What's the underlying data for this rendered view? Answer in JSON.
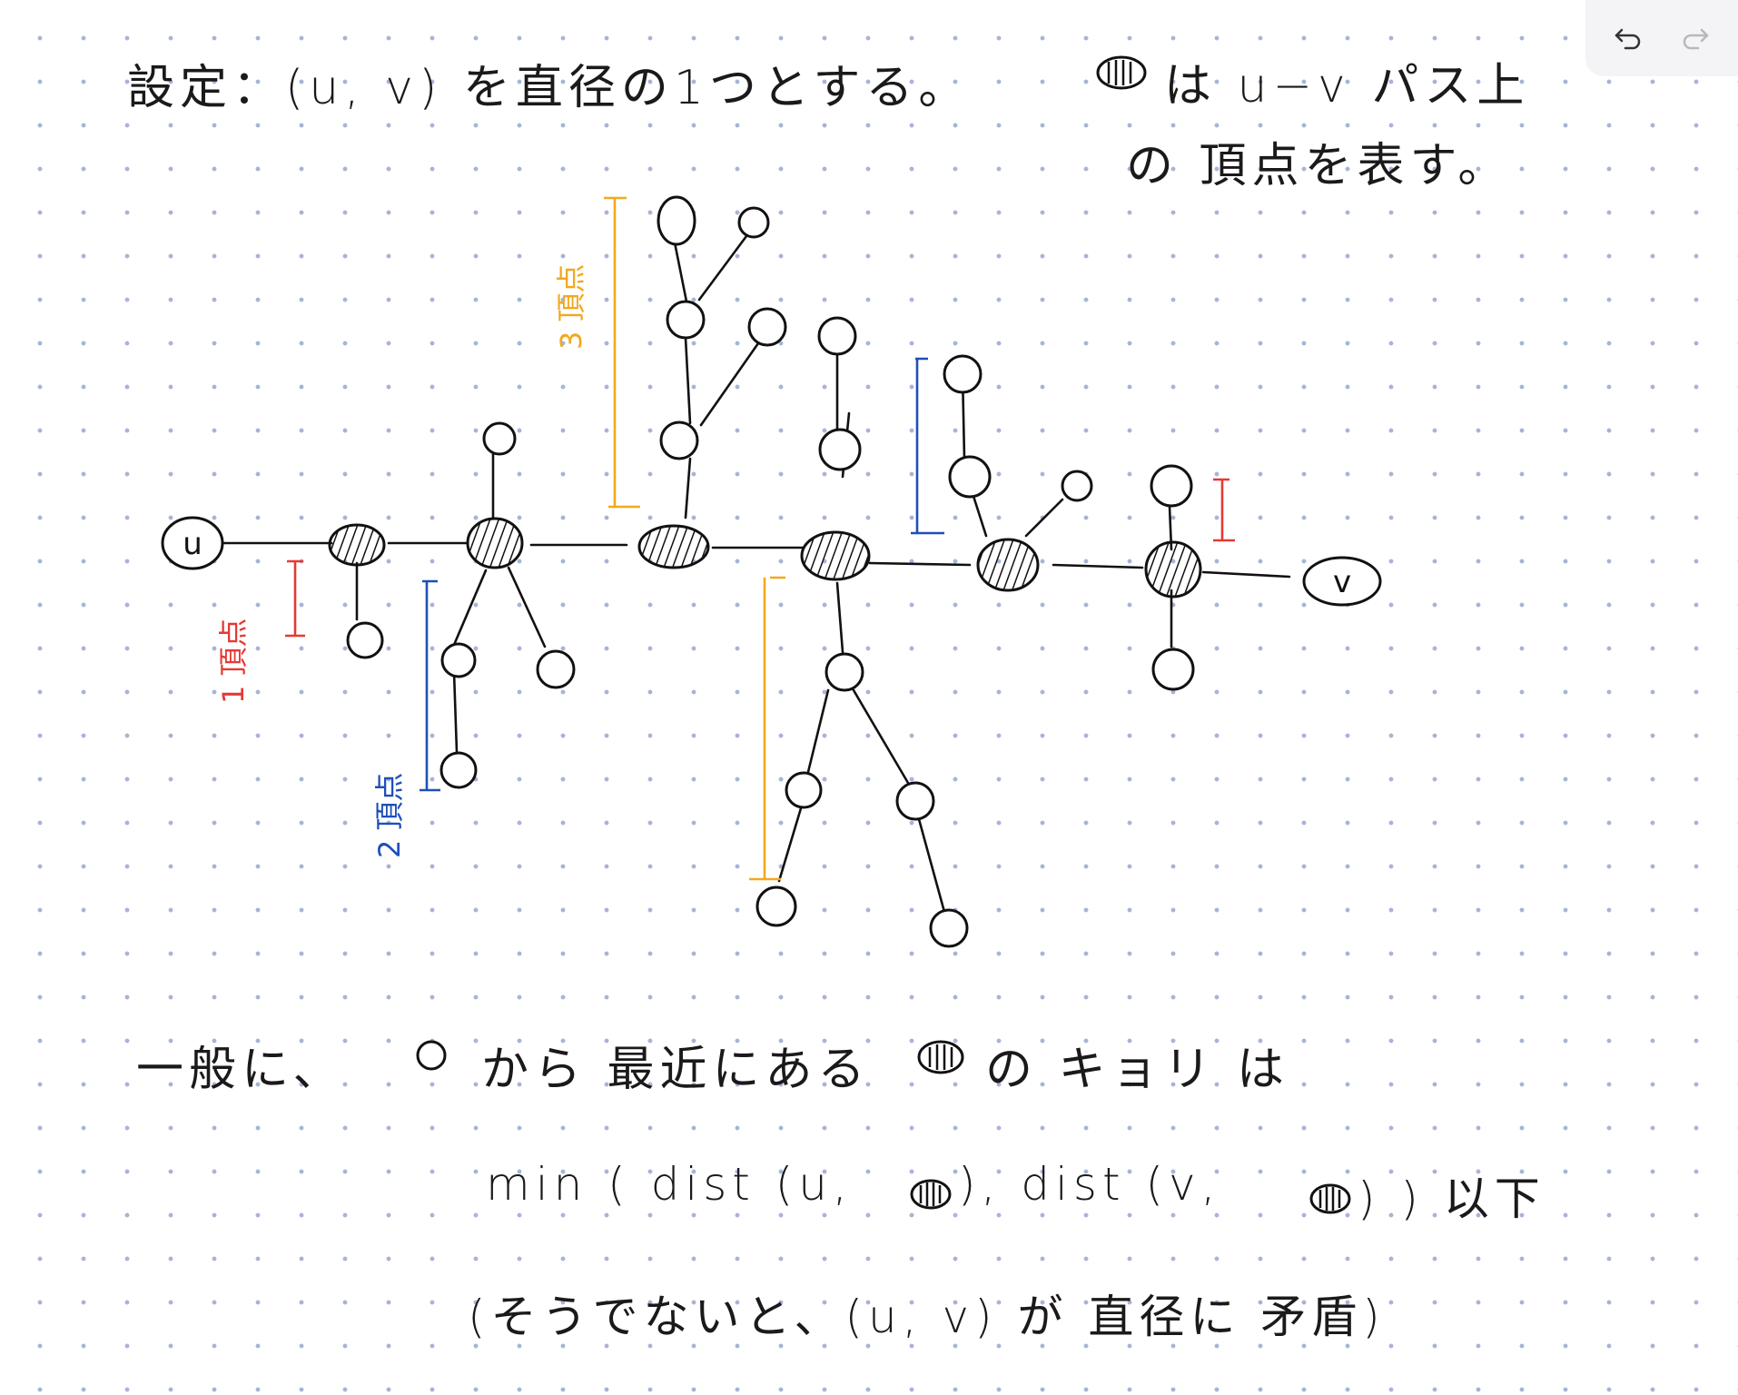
{
  "toolbar": {
    "undo_icon": "undo-arrow-icon",
    "redo_icon": "redo-arrow-icon"
  },
  "header": {
    "line1": "設定：(u, v) を直径の1つとする。",
    "line1_tail": "は u−v パス上",
    "line2": "の 頂点を表す。"
  },
  "tree": {
    "u_label": "u",
    "v_label": "v",
    "annotations": {
      "red": "1 頂点",
      "blue": "2 頂点",
      "orange": "3 頂点"
    },
    "colors": {
      "red": "#e53935",
      "blue": "#1e4fb8",
      "orange": "#f2a81d",
      "ink": "#111111"
    }
  },
  "body": {
    "line1_a": "一般に、",
    "line1_b": "から 最近にある",
    "line1_c": "の キョリ は",
    "line2_a": "min ( dist (u,",
    "line2_b": "), dist (v,",
    "line2_c": ") ) 以下",
    "line3": "(そうでないと、(u, v) が 直径に 矛盾)"
  }
}
